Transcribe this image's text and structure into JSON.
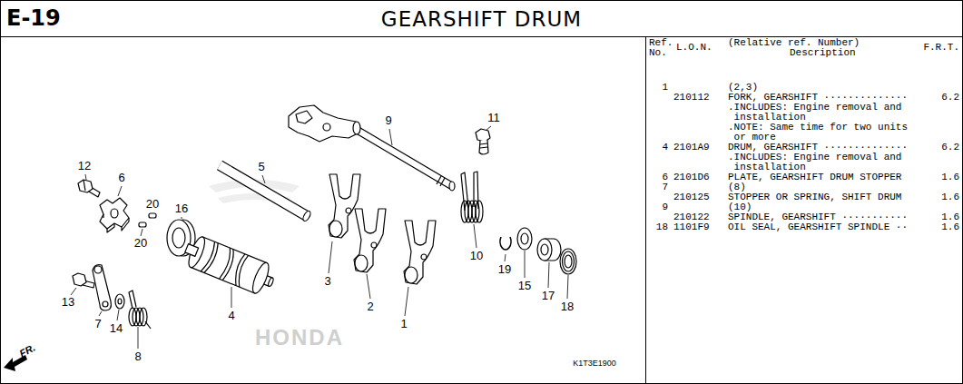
{
  "diagram": {
    "title": "GEARSHIFT DRUM",
    "labels": [
      "E-19",
      "12",
      "6",
      "20",
      "20",
      "16",
      "5",
      "9",
      "11",
      "3",
      "2",
      "1",
      "10",
      "19",
      "15",
      "17",
      "18",
      "13",
      "7",
      "14",
      "8",
      "4",
      "FR.",
      "K1T3E1900",
      "HONDA",
      "Ref. No.",
      "L.O.N.",
      "(Relative ref. Number)",
      "Description",
      "F.R.T.",
      "1",
      "(2,3)",
      "210112",
      "FORK, GEARSHIFT ··············",
      ".INCLUDES: Engine removal and installation",
      ".NOTE: Same time for two units or more",
      "6.2",
      "4",
      "2101A9",
      "DRUM, GEARSHIFT ··············",
      ".INCLUDES: Engine removal and installation",
      "6.2",
      "6",
      "2101D6",
      "PLATE, GEARSHIFT DRUM STOPPER",
      "1.6",
      "7",
      "(8)",
      "210125",
      "STOPPER OR SPRING, SHIFT DRUM",
      "1.6",
      "9",
      "(10)",
      "210122",
      "SPINDLE, GEARSHIFT ···········",
      "1.6",
      "18",
      "1101F9",
      "OIL SEAL, GEARSHIFT SPINDLE ··",
      "1.6"
    ]
  }
}
